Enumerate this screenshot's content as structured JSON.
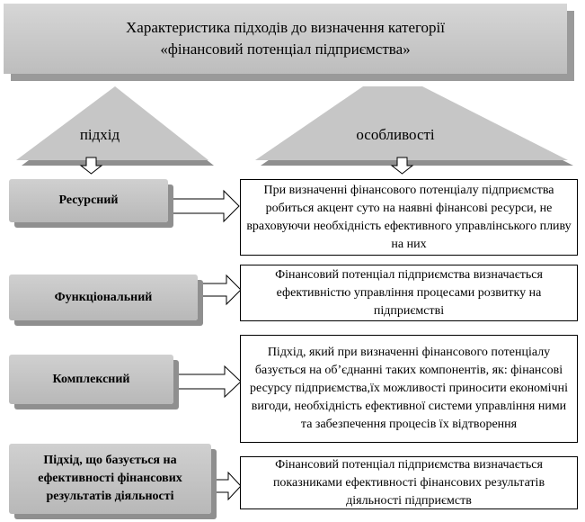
{
  "title": "Характеристика підходів до визначення категорії\n«фінансовий потенціал підприємства»",
  "header_labels": {
    "approach": "підхід",
    "features": "особливості"
  },
  "rows": [
    {
      "approach": "Ресурсний",
      "description": "При визначенні фінансового потенціалу підприємства робиться акцент  суто на наявні фінансові ресурси, не враховуючи необхідність ефективного управлінського пливу на них"
    },
    {
      "approach": "Функціональний",
      "description": "Фінансовий потенціал підприємства визначається ефективністю управління процесами розвитку на підприємстві"
    },
    {
      "approach": "Комплексний",
      "description": "Підхід, який при визначенні фінансового потенціалу базується на об’єднанні  таких компонентів, як: фінансові ресурсу підприємства,їх можливості приносити економічні вигоди, необхідність ефективної системи управління ними та забезпечення процесів їх відтворення"
    },
    {
      "approach": "Підхід, що базується на ефективності фінансових результатів  діяльності",
      "description": "Фінансовий потенціал підприємства визначається показниками ефективності фінансових результатів діяльності підприємств"
    }
  ],
  "colors": {
    "box_fill": "#c4c4c4",
    "shadow": "#8f8f8f",
    "border": "#000000"
  }
}
